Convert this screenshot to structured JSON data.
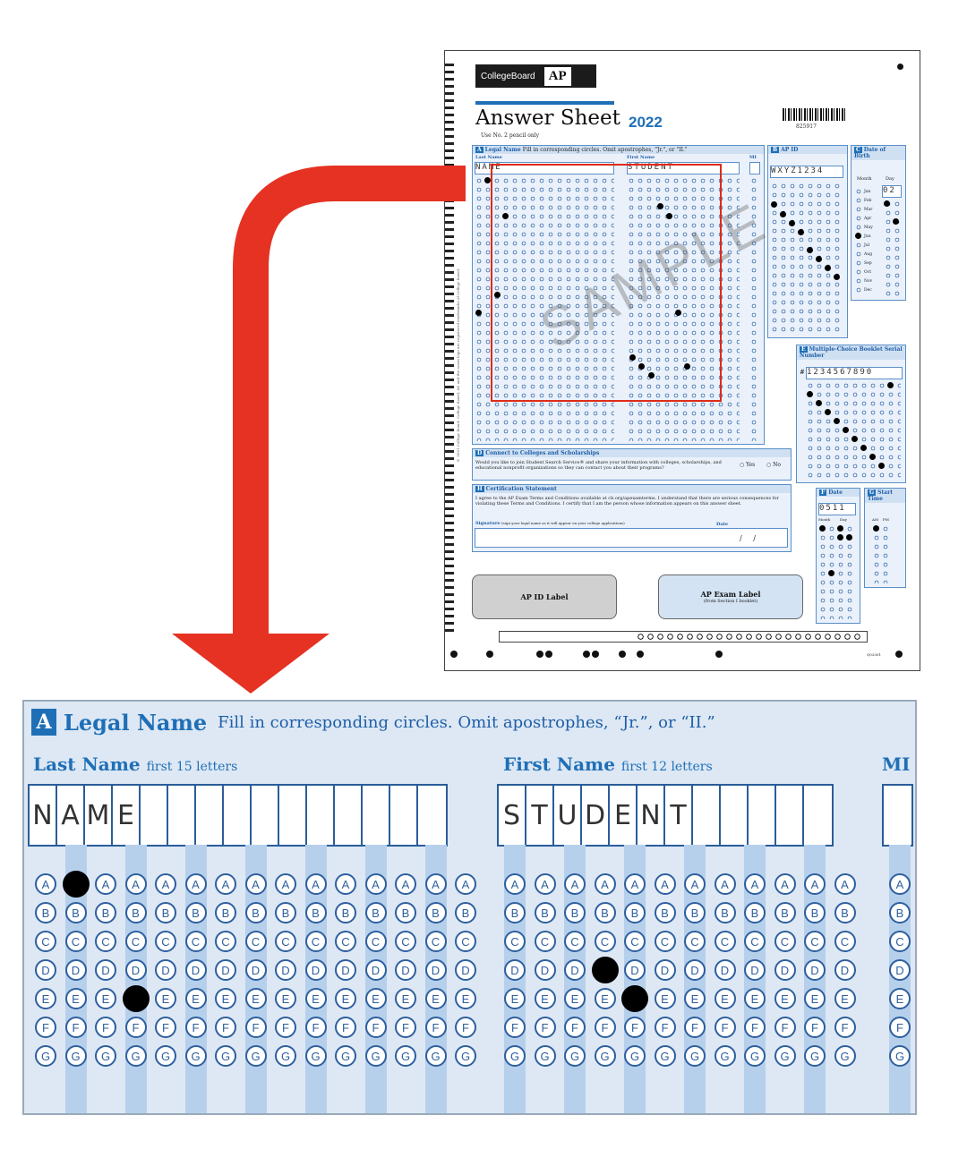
{
  "sheet": {
    "brand": "CollegeBoard",
    "brand_mark": "AP",
    "title": "Answer Sheet",
    "year": "2022",
    "pencil_note": "Use No. 2 pencil only",
    "barcode_number": "825917",
    "watermark": "SAMPLE",
    "section_a": {
      "badge": "A",
      "title": "Legal Name",
      "instruction": "Fill in corresponding circles. Omit apostrophes, \"Jr.\", or \"II.\"",
      "last_name_label": "Last Name",
      "last_name_hint": "first 15 letters",
      "first_name_label": "First Name",
      "first_name_hint": "first 12 letters",
      "mi_label": "MI",
      "last_name_value": "NAME",
      "first_name_value": "STUDENT"
    },
    "section_b": {
      "badge": "B",
      "title": "AP ID",
      "value": "WXYZ1234"
    },
    "section_c": {
      "badge": "C",
      "title": "Date of Birth",
      "month_label": "Month",
      "day_label": "Day",
      "day_value": "02",
      "months": [
        "Jan",
        "Feb",
        "Mar",
        "Apr",
        "May",
        "Jun",
        "Jul",
        "Aug",
        "Sep",
        "Oct",
        "Nov",
        "Dec"
      ]
    },
    "section_e": {
      "badge": "E",
      "title": "Multiple-Choice Booklet Serial Number",
      "prefix": "#",
      "value": "1234567890"
    },
    "section_d": {
      "badge": "D",
      "title": "Connect to Colleges and Scholarships",
      "text": "Would you like to join Student Search Service® and share your information with colleges, scholarships, and educational nonprofit organizations so they can contact you about their programs?",
      "yes": "Yes",
      "no": "No"
    },
    "section_h": {
      "badge": "H",
      "title": "Certification Statement",
      "text": "I agree to the AP Exam Terms and Conditions available at cb.org/apexamterms. I understand that there are serious consequences for violating these Terms and Conditions. I certify that I am the person whose information appears on this answer sheet.",
      "signature_label": "Signature",
      "signature_hint": "(sign your legal name as it will appear on your college applications)",
      "date_label": "Date",
      "date_slashes": "/ /"
    },
    "section_f": {
      "badge": "F",
      "title": "Date",
      "value": "0511",
      "month_label": "Month",
      "day_label": "Day"
    },
    "section_g": {
      "badge": "G",
      "title": "Start Time",
      "am": "AM",
      "pm": "PM"
    },
    "ap_id_label": "AP ID Label",
    "ap_exam_label": "AP Exam Label",
    "ap_exam_label_sub": "(from Section I booklet)",
    "footer_code": "Q03301",
    "copyright": "© 2021 College Board. College Board, AP, and the acorn logo are registered trademarks of College Board."
  },
  "zoom": {
    "badge": "A",
    "title": "Legal Name",
    "instruction": "Fill in corresponding circles. Omit apostrophes, “Jr.”, or “II.”",
    "last_name_label": "Last Name",
    "last_name_hint": "first 15 letters",
    "first_name_label": "First Name",
    "first_name_hint": "first 12 letters",
    "mi_label": "MI",
    "last_name_letters": [
      "N",
      "A",
      "M",
      "E",
      "",
      "",
      "",
      "",
      "",
      "",
      "",
      "",
      "",
      "",
      ""
    ],
    "first_name_letters": [
      "S",
      "T",
      "U",
      "D",
      "E",
      "N",
      "T",
      "",
      "",
      "",
      "",
      ""
    ],
    "mi_letters": [
      ""
    ],
    "bubble_rows": [
      "A",
      "B",
      "C",
      "D",
      "E",
      "F",
      "G"
    ]
  },
  "colors": {
    "accent": "#1f6fb7",
    "arrow": "#e53222",
    "highlight_rect": "#e02a1a",
    "filled_bubble": "#000000"
  }
}
